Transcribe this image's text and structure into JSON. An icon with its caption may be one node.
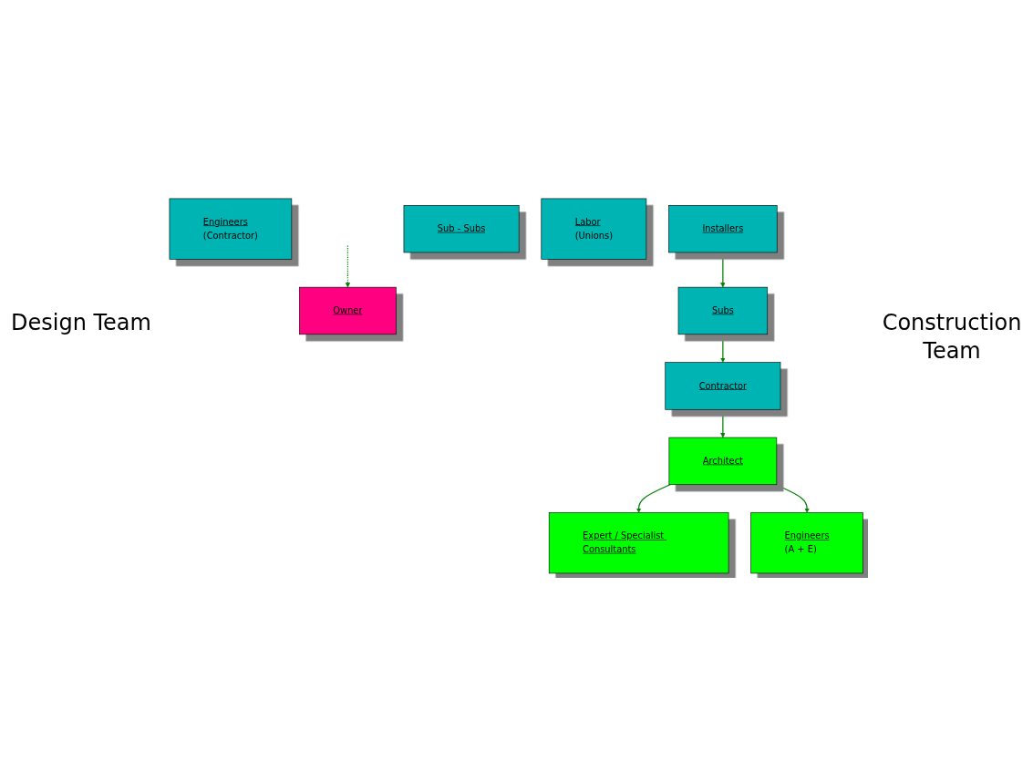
{
  "diagram": {
    "nodes": [
      {
        "text": [
          "Owner"
        ]
      },
      {
        "text": [
          "Architect"
        ]
      },
      {
        "text": [
          "Contractor"
        ]
      },
      {
        "text": [
          "Expert / Specialist Consultants"
        ]
      },
      {
        "text": [
          "Engineers",
          "(A + E)"
        ]
      },
      {
        "text": [
          "Engineers",
          "(Contractor)"
        ]
      },
      {
        "text": [
          "Subs"
        ]
      },
      {
        "text": [
          "Installers"
        ]
      },
      {
        "text": [
          "Sub - Subs"
        ]
      },
      {
        "text": [
          "Labor",
          "(Unions)"
        ]
      }
    ],
    "edges": [
      {
        "from": 2,
        "to": 1,
        "arrow": "to"
      },
      {
        "from": null,
        "to": 0,
        "arrow": "to",
        "style": "dashed"
      },
      {
        "from": 1,
        "to": 3,
        "arrow": "to"
      },
      {
        "from": 1,
        "to": 4,
        "arrow": "to"
      },
      {
        "from": 6,
        "to": 2,
        "arrow": "to"
      },
      {
        "from": 7,
        "to": 6,
        "arrow": "to"
      }
    ],
    "labels": [
      "Design Team",
      "Construction Team"
    ]
  }
}
